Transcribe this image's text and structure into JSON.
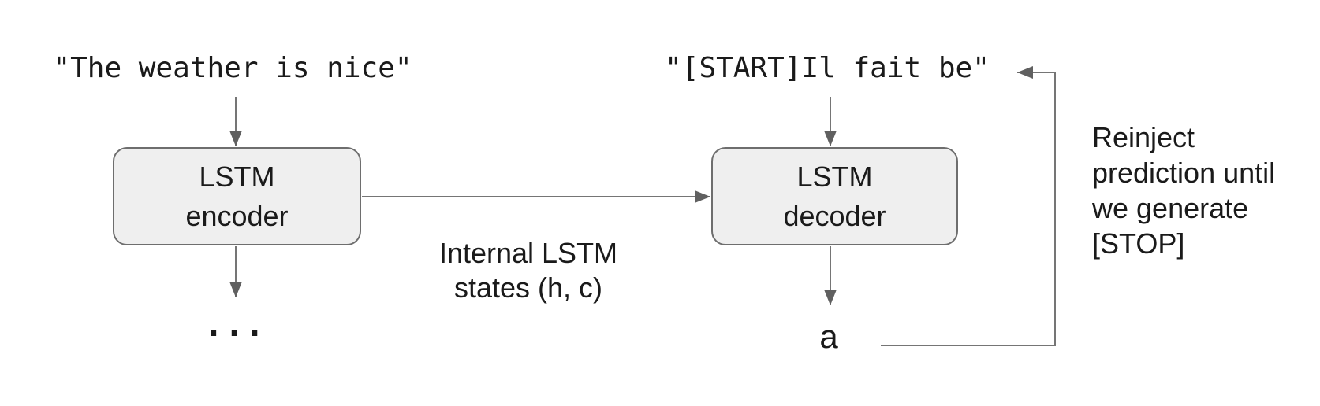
{
  "colors": {
    "background": "#ffffff",
    "line": "#757575",
    "arrowhead": "#606060",
    "box_fill": "#efefef",
    "box_border": "#6e6e6e",
    "text": "#1a1a1a"
  },
  "encoder": {
    "input_text": "\"The weather is nice\"",
    "label_line1": "LSTM",
    "label_line2": "encoder",
    "output_text": "..."
  },
  "decoder": {
    "input_text": "\"[START]Il fait be\"",
    "label_line1": "LSTM",
    "label_line2": "decoder",
    "output_text": "a"
  },
  "states_label": {
    "line1": "Internal LSTM",
    "line2": "states (h, c)"
  },
  "annotation": {
    "line1": "Reinject",
    "line2": "prediction until",
    "line3": "we generate",
    "line4": "[STOP]"
  }
}
